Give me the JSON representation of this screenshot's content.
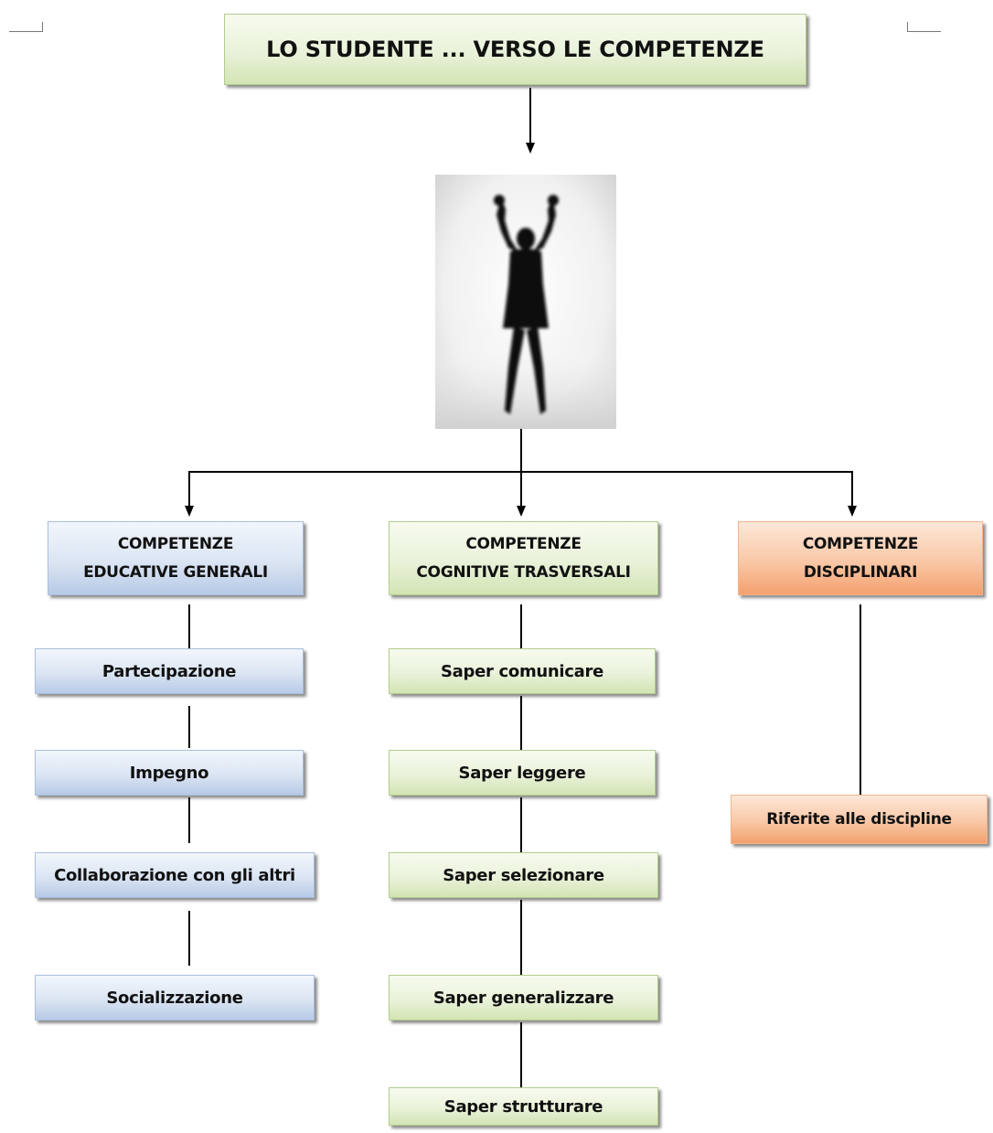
{
  "title": "LO STUDENTE ... VERSO LE COMPETENZE",
  "columns": [
    {
      "header_line1": "COMPETENZE",
      "header_line2": "EDUCATIVE GENERALI",
      "color": "#dbe5f3",
      "items": [
        "Partecipazione",
        "Impegno",
        "Collaborazione con gli altri",
        "Socializzazione"
      ]
    },
    {
      "header_line1": "COMPETENZE",
      "header_line2": "COGNITIVE TRASVERSALI",
      "color": "#e9f2da",
      "items": [
        "Saper comunicare",
        "Saper leggere",
        "Saper selezionare",
        "Saper generalizzare",
        "Saper strutturare"
      ]
    },
    {
      "header_line1": "COMPETENZE",
      "header_line2": "DISCIPLINARI",
      "color": "#f9c8a6",
      "items": [
        "Riferite alle discipline"
      ]
    }
  ]
}
